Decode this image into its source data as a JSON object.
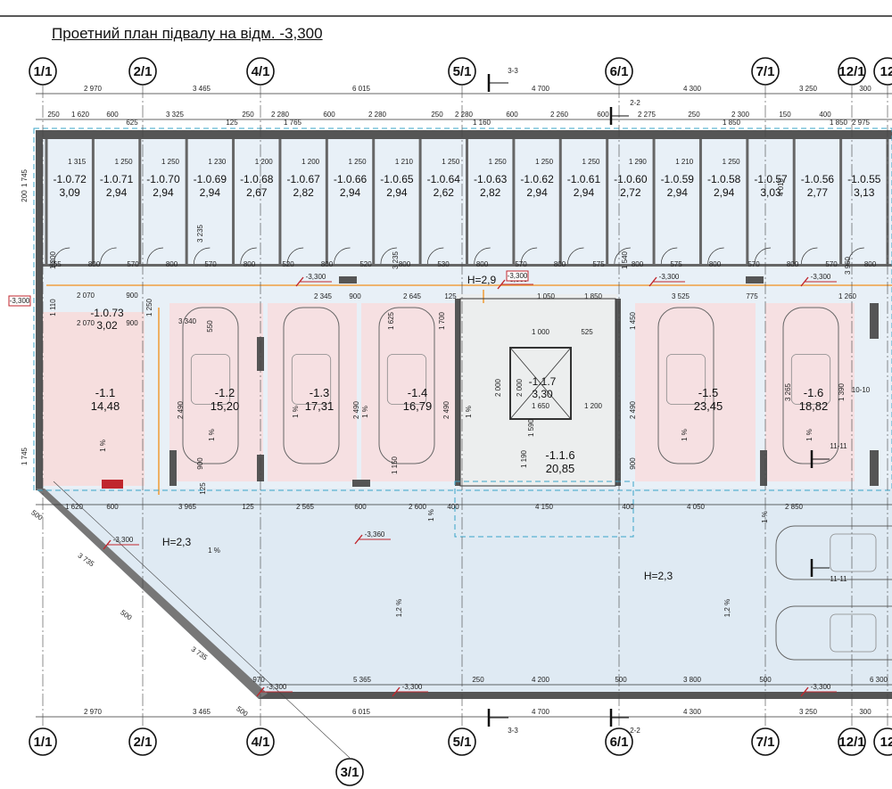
{
  "title": "Проетний план підвалу на відм. -3,300",
  "axes": [
    "1/1",
    "2/1",
    "4/1",
    "5/1",
    "6/1",
    "7/1",
    "12/1",
    "12"
  ],
  "axis_extra": "3/1",
  "top_dims": [
    "2 970",
    "3 465",
    "6 015",
    "4 700",
    "4 300",
    "3 250",
    "300"
  ],
  "bottom_dims": [
    "2 970",
    "3 465",
    "6 015",
    "4 700",
    "4 300",
    "3 250",
    "300"
  ],
  "sections": [
    "3-3",
    "2-2",
    "3-3",
    "2-2",
    "10-10",
    "11-11",
    "11-11"
  ],
  "storage_rooms": [
    {
      "code": "-1.0.72",
      "area": "3,09"
    },
    {
      "code": "-1.0.71",
      "area": "2,94"
    },
    {
      "code": "-1.0.70",
      "area": "2,94"
    },
    {
      "code": "-1.0.69",
      "area": "2,94"
    },
    {
      "code": "-1.0.68",
      "area": "2,67"
    },
    {
      "code": "-1.0.67",
      "area": "2,82"
    },
    {
      "code": "-1.0.66",
      "area": "2,94"
    },
    {
      "code": "-1.0.65",
      "area": "2,94"
    },
    {
      "code": "-1.0.64",
      "area": "2,62"
    },
    {
      "code": "-1.0.63",
      "area": "2,82"
    },
    {
      "code": "-1.0.62",
      "area": "2,94"
    },
    {
      "code": "-1.0.61",
      "area": "2,94"
    },
    {
      "code": "-1.0.60",
      "area": "2,72"
    },
    {
      "code": "-1.0.59",
      "area": "2,94"
    },
    {
      "code": "-1.0.58",
      "area": "2,94"
    },
    {
      "code": "-1.0.57",
      "area": "3,03"
    },
    {
      "code": "-1.0.56",
      "area": "2,77"
    },
    {
      "code": "-1.0.55",
      "area": "3,13"
    }
  ],
  "room_073": {
    "code": "-1.0.73",
    "area": "3,02"
  },
  "parking": [
    {
      "code": "-1.1",
      "area": "14,48"
    },
    {
      "code": "-1.2",
      "area": "15,20"
    },
    {
      "code": "-1.3",
      "area": "17,31"
    },
    {
      "code": "-1.4",
      "area": "16,79"
    },
    {
      "code": "-1.5",
      "area": "23,45"
    },
    {
      "code": "-1.6",
      "area": "18,82"
    }
  ],
  "stair": {
    "code": "-1.1.6",
    "area": "20,85"
  },
  "lift": {
    "code": "-1.1.7",
    "area": "3,30"
  },
  "heights": [
    "H=2,9",
    "H=2,3",
    "H=2,3"
  ],
  "levels": [
    "-3,300",
    "-3,300",
    "-3,300",
    "-3,300",
    "-3,300",
    "-3,360",
    "-3,300",
    "-3,300",
    "-3,300"
  ],
  "level_tags": [
    "-3,300",
    "-3,300"
  ],
  "slopes": [
    "1 %",
    "1 %",
    "1 %",
    "1 %",
    "1 %",
    "1 %",
    "1 %",
    "1 %",
    "1 %",
    "1 %",
    "1,2 %",
    "1,2 %"
  ],
  "dims_row1": [
    "250",
    "1 620",
    "600",
    "3 325",
    "250",
    "2 280",
    "600",
    "2 280",
    "250",
    "2 280",
    "600",
    "2 260",
    "600",
    "2 275",
    "250",
    "2 300",
    "150",
    "400"
  ],
  "dims_row2": [
    "625",
    "125",
    "1 765",
    "1 160",
    "1 850",
    "1 850",
    "2 975"
  ],
  "dims_room_w": [
    "1 315",
    "1 250",
    "1 250",
    "1 230",
    "1 200",
    "1 200",
    "1 250",
    "1 210",
    "1 250",
    "1 250",
    "1 250",
    "1 250",
    "1 290",
    "1 210",
    "1 250"
  ],
  "dims_door": [
    "465",
    "800",
    "570",
    "800",
    "570",
    "800",
    "520",
    "800",
    "520",
    "800",
    "530",
    "800",
    "570",
    "800",
    "575",
    "800",
    "575",
    "800",
    "570",
    "800",
    "570",
    "800"
  ],
  "dims_mid": [
    "2 345",
    "900",
    "2 645",
    "125",
    "1 050",
    "1 850",
    "3 525",
    "775",
    "1 260"
  ],
  "dims_low": [
    "1 620",
    "600",
    "3 965",
    "125",
    "2 565",
    "600",
    "2 600",
    "400",
    "4 150",
    "400",
    "4 050",
    "2 850"
  ],
  "dims_bottom": [
    "970",
    "5 365",
    "250",
    "4 200",
    "500",
    "3 800",
    "500",
    "6 300"
  ],
  "dims_misc": [
    "2 070",
    "900",
    "2 070",
    "900",
    "3 340",
    "1 000",
    "525",
    "1 650",
    "1 200",
    "3 735",
    "500",
    "500",
    "3 735",
    "500",
    "1 745",
    "1 745",
    "200",
    "2 490",
    "2 490",
    "2 490",
    "1 150",
    "1 190",
    "2 000",
    "2 000",
    "1 590",
    "1 700",
    "1 625",
    "3 235",
    "3 235",
    "3 960",
    "2 490",
    "3 265",
    "1 390",
    "900",
    "900",
    "1 110",
    "1 200",
    "550",
    "125",
    "1 250",
    "1 540",
    "1 450",
    "4 010"
  ]
}
